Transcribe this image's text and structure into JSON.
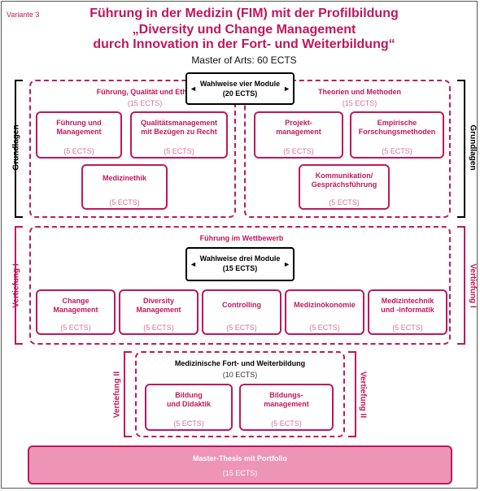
{
  "header": {
    "variant": "Variante 3",
    "title_line1": "Führung in der Medizin (FIM) mit der Profilbildung",
    "title_line2": "„Diversity und Change Management",
    "title_line3": "durch Innovation in der Fort- und Weiterbildung“",
    "subtitle": "Master of Arts: 60 ECTS"
  },
  "side_labels": {
    "grundlagen": "Grundlagen",
    "vertiefung1": "Vertiefung I",
    "vertiefung2": "Vertiefung II"
  },
  "colors": {
    "accent": "#c0175c",
    "ects": "#d8709b",
    "thesis_fill": "#ee94b6"
  },
  "grundlagen": {
    "choice_line1": "Wahlweise vier Module",
    "choice_line2": "(20 ECTS)",
    "left_group": {
      "title": "Führung, Qualität und Ethik",
      "ects": "(15 ECTS)",
      "modules": [
        {
          "line1": "Führung und",
          "line2": "Management",
          "ects": "(5 ECTS)"
        },
        {
          "line1": "Qualitätsmanagement",
          "line2": "mit Bezügen zu Recht",
          "ects": "(5 ECTS)"
        },
        {
          "line1": "Medizinethik",
          "line2": "",
          "ects": "(5 ECTS)"
        }
      ]
    },
    "right_group": {
      "title": "Theorien und Methoden",
      "ects": "(15 ECTS)",
      "modules": [
        {
          "line1": "Projekt-",
          "line2": "management",
          "ects": "(5 ECTS)"
        },
        {
          "line1": "Empirische",
          "line2": "Forschungsmethoden",
          "ects": "(5 ECTS)"
        },
        {
          "line1": "Kommunikation/",
          "line2": "Gesprächsführung",
          "ects": "(5 ECTS)"
        }
      ]
    }
  },
  "vertiefung1": {
    "title": "Führung im Wettbewerb",
    "choice_line1": "Wahlweise drei Module",
    "choice_line2": "(15 ECTS)",
    "modules": [
      {
        "line1": "Change",
        "line2": "Management",
        "ects": "(5 ECTS)"
      },
      {
        "line1": "Diversity",
        "line2": "Management",
        "ects": "(5 ECTS)"
      },
      {
        "line1": "Controlling",
        "line2": "",
        "ects": "(5 ECTS)"
      },
      {
        "line1": "Medizinökonomie",
        "line2": "",
        "ects": "(5 ECTS)"
      },
      {
        "line1": "Medizintechnik",
        "line2": "und -informatik",
        "ects": "(5 ECTS)"
      }
    ]
  },
  "vertiefung2": {
    "title": "Medizinische Fort- und Weiterbildung",
    "ects": "(10 ECTS)",
    "modules": [
      {
        "line1": "Bildung",
        "line2": "und Didaktik",
        "ects": "(5 ECTS)"
      },
      {
        "line1": "Bildungs-",
        "line2": "management",
        "ects": "(5 ECTS)"
      }
    ]
  },
  "thesis": {
    "title": "Master-Thesis mit Portfolio",
    "ects": "(15 ECTS)"
  }
}
